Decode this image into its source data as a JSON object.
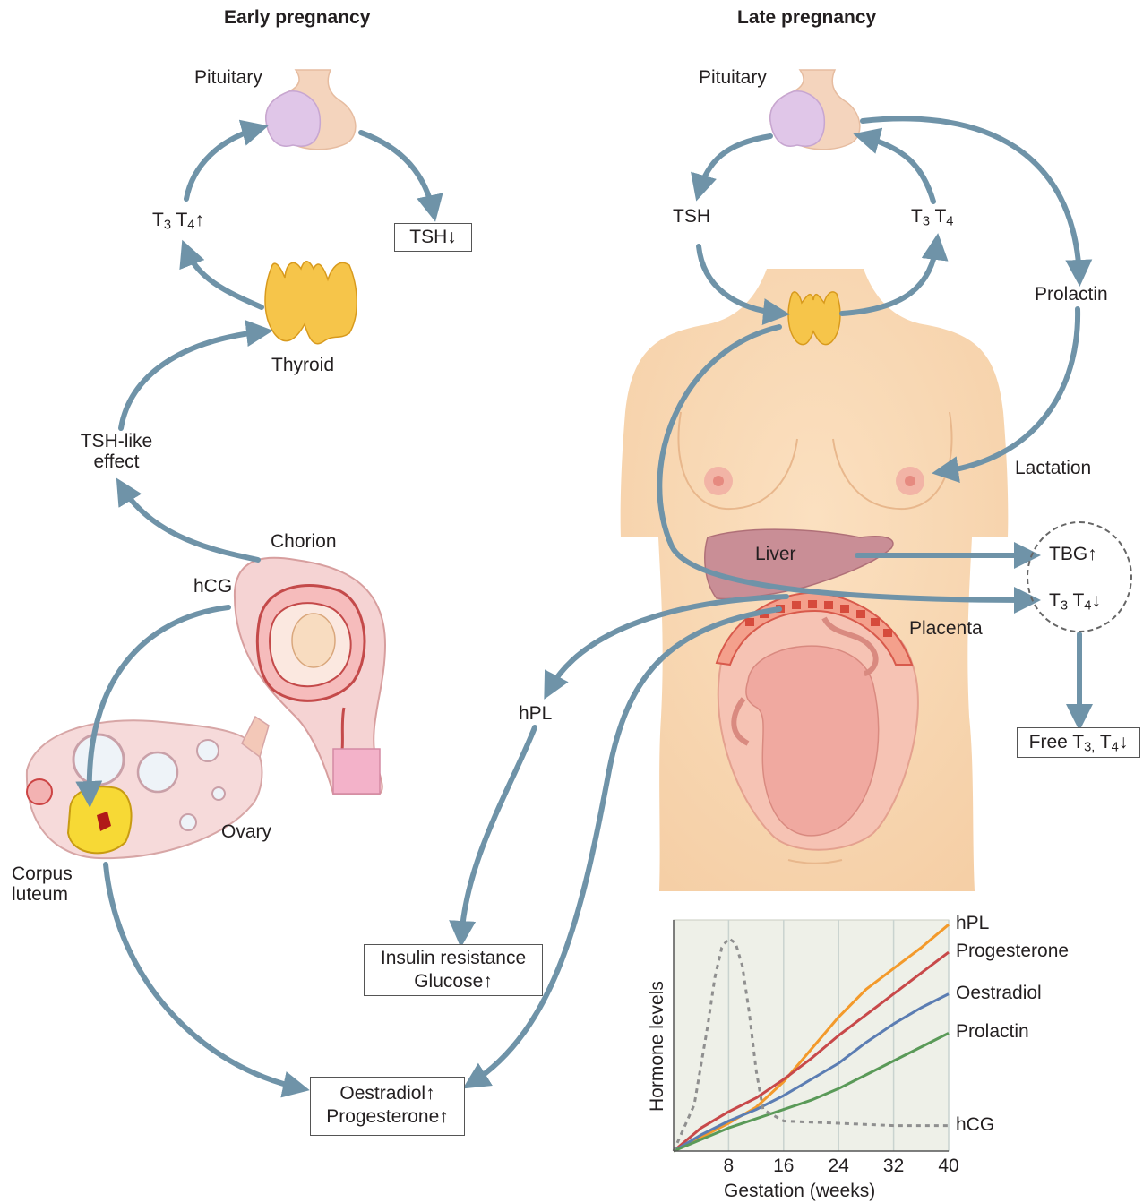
{
  "headings": {
    "early": "Early pregnancy",
    "late": "Late pregnancy"
  },
  "early": {
    "pituitary": "Pituitary",
    "thyroid": "Thyroid",
    "t3": "T",
    "t3_sub": "3",
    "t4": " T",
    "t4_sub": "4",
    "t_arrow": "↑",
    "tsh_box": "TSH↓",
    "tsh_like_1": "TSH-like",
    "tsh_like_2": "effect",
    "chorion": "Chorion",
    "hcg": "hCG",
    "ovary": "Ovary",
    "corpus_1": "Corpus",
    "corpus_2": "luteum"
  },
  "late": {
    "pituitary": "Pituitary",
    "tsh": "TSH",
    "t3": "T",
    "t3_sub": "3",
    "t4": " T",
    "t4_sub": "4",
    "prolactin": "Prolactin",
    "lactation": "Lactation",
    "liver": "Liver",
    "placenta": "Placenta",
    "hpl": "hPL",
    "tbg": "TBG↑",
    "circle_t3": "T",
    "circle_t3_sub": "3",
    "circle_t4": " T",
    "circle_t4_sub": "4",
    "circle_arrow": "↓",
    "free_prefix": "Free T",
    "free_sub3": "3,",
    "free_mid": " T",
    "free_sub4": "4",
    "free_arrow": "↓"
  },
  "boxes": {
    "insulin_1": "Insulin resistance",
    "insulin_2": "Glucose↑",
    "oest_1": "Oestradiol↑",
    "oest_2": "Progesterone↑"
  },
  "chart_data": {
    "type": "line",
    "xlabel": "Gestation (weeks)",
    "ylabel": "Hormone levels",
    "x_ticks": [
      8,
      16,
      24,
      32,
      40
    ],
    "xlim": [
      0,
      40
    ],
    "ylim": [
      0,
      100
    ],
    "grid": true,
    "series": [
      {
        "name": "hPL",
        "color": "#f39a2b",
        "style": "solid",
        "x": [
          0,
          4,
          8,
          12,
          16,
          20,
          24,
          28,
          32,
          36,
          40
        ],
        "values": [
          0,
          6,
          12,
          19,
          30,
          44,
          58,
          70,
          79,
          88,
          98
        ]
      },
      {
        "name": "Progesterone",
        "color": "#c8494a",
        "style": "solid",
        "x": [
          0,
          4,
          8,
          12,
          16,
          20,
          24,
          28,
          32,
          36,
          40
        ],
        "values": [
          0,
          10,
          17,
          23,
          31,
          40,
          50,
          59,
          68,
          77,
          86
        ]
      },
      {
        "name": "Oestradiol",
        "color": "#5b7db3",
        "style": "solid",
        "x": [
          0,
          4,
          8,
          12,
          16,
          20,
          24,
          28,
          32,
          36,
          40
        ],
        "values": [
          0,
          7,
          13,
          18,
          24,
          31,
          38,
          47,
          55,
          62,
          68
        ]
      },
      {
        "name": "Prolactin",
        "color": "#5a9a58",
        "style": "solid",
        "x": [
          0,
          4,
          8,
          12,
          16,
          20,
          24,
          28,
          32,
          36,
          40
        ],
        "values": [
          0,
          5,
          10,
          14,
          18,
          22,
          27,
          33,
          39,
          45,
          51
        ]
      },
      {
        "name": "hCG",
        "color": "#8f8f8f",
        "style": "dashed",
        "x": [
          0,
          3,
          5,
          6,
          7,
          8,
          9,
          10,
          11,
          12,
          13,
          16,
          24,
          32,
          40
        ],
        "values": [
          0,
          20,
          55,
          75,
          88,
          92,
          90,
          80,
          60,
          35,
          18,
          13,
          12,
          11,
          11
        ]
      }
    ]
  }
}
